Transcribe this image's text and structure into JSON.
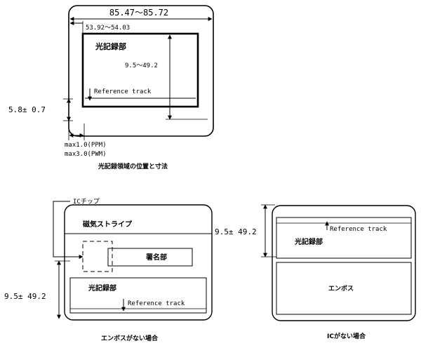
{
  "top": {
    "width_dim": "85.47～85.72",
    "inner_width_dim": "53.92～54.03",
    "area_label": "光記録部",
    "height_dim": "9.5～49.2",
    "ref_track": "Reference track",
    "left_offset": "5.8± 0.7",
    "margin_ppm": "max1.0(PPM)",
    "margin_pwm": "max3.0(PWM)",
    "caption": "光記録領域の位置と寸法"
  },
  "left_card": {
    "ic_chip": "ICチップ",
    "magnetic_stripe": "磁気ストライプ",
    "signature": "署名部",
    "area_label": "光記録部",
    "ref_track": "Reference track",
    "height_dim": "9.5± 49.2",
    "caption": "エンボスがない場合"
  },
  "right_card": {
    "height_dim": "9.5± 49.2",
    "ref_track": "Reference track",
    "area_label": "光記録部",
    "emboss": "エンボス",
    "caption": "ICがない場合"
  }
}
